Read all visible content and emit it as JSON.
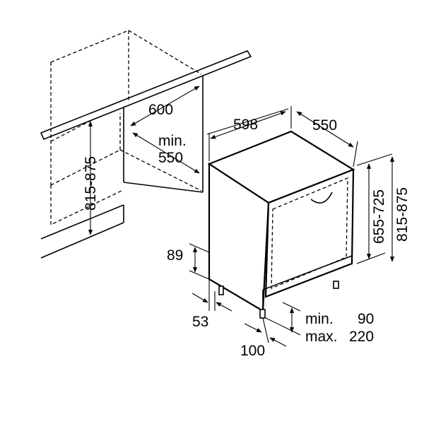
{
  "dimensions": {
    "niche_depth": "600",
    "min_depth_prefix": "min.",
    "min_depth_value": "550",
    "niche_height": "815-875",
    "appliance_width": "598",
    "appliance_depth": "550",
    "appliance_height_a": "655-725",
    "appliance_height_b": "815-875",
    "plinth_height": "89",
    "foot_offset": "53",
    "foot_spacing": "100",
    "plinth_min_prefix": "min.",
    "plinth_min_value": "90",
    "plinth_max_prefix": "max.",
    "plinth_max_value": "220"
  }
}
